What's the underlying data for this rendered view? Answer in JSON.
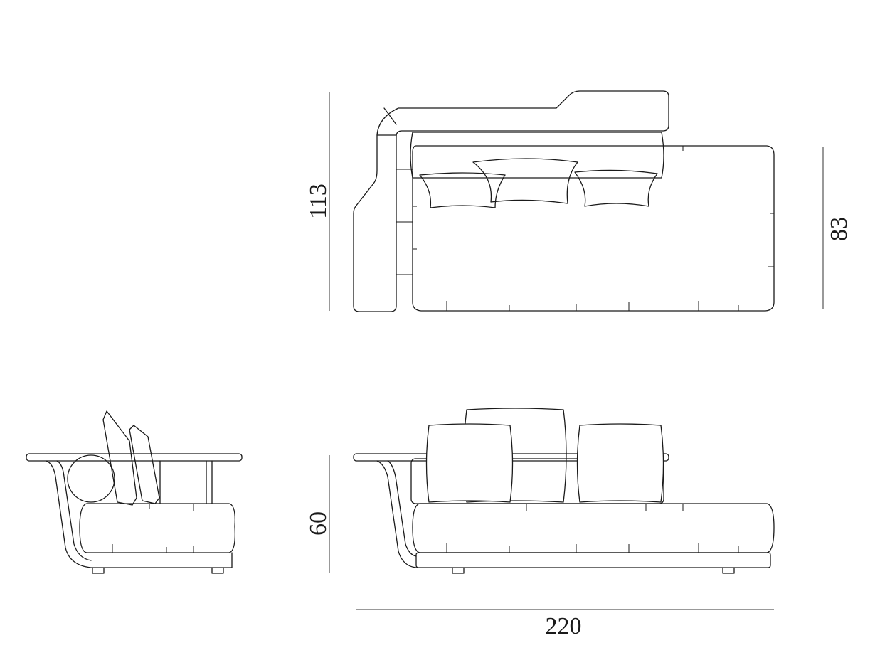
{
  "dimensions": {
    "plan_depth_total": "113",
    "plan_seat_depth": "83",
    "elevation_height": "60",
    "elevation_width": "220"
  }
}
